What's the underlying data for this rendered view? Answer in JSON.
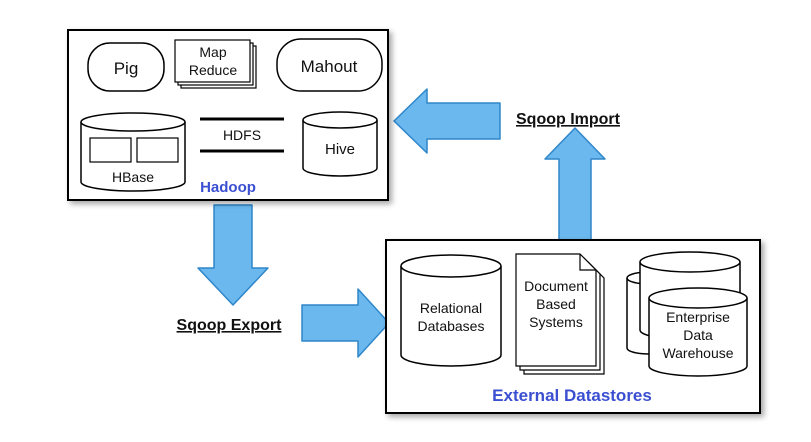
{
  "colors": {
    "arrow_fill": "#6ab8ee",
    "arrow_stroke": "#2f86c9",
    "title_blue": "#3b4fd1",
    "box_stroke": "#000000"
  },
  "hadoop": {
    "title": "Hadoop",
    "pig": "Pig",
    "mapreduce": [
      "Map",
      "Reduce"
    ],
    "mahout": "Mahout",
    "hbase": "HBase",
    "hdfs": "HDFS",
    "hive": "Hive"
  },
  "external": {
    "title": "External Datastores",
    "relational": [
      "Relational",
      "Databases"
    ],
    "document": [
      "Document",
      "Based",
      "Systems"
    ],
    "warehouse": [
      "Enterprise",
      "Data",
      "Warehouse"
    ]
  },
  "links": {
    "sqoop_import": "Sqoop Import",
    "sqoop_export": "Sqoop Export"
  }
}
